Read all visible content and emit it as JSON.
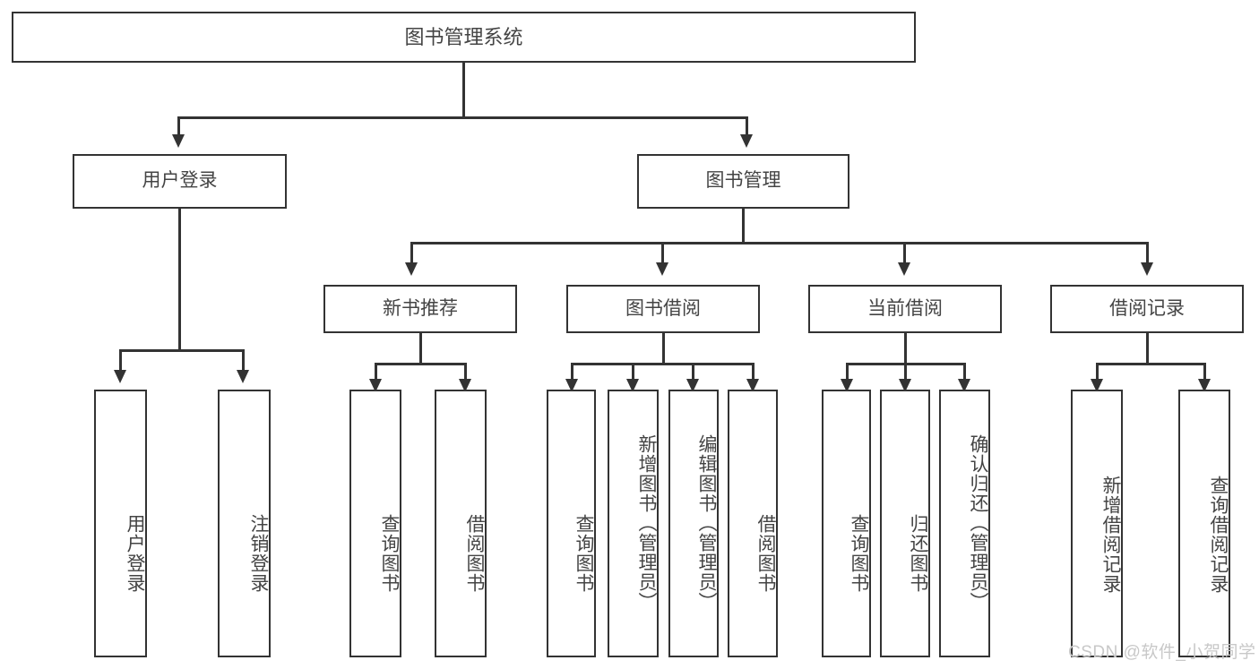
{
  "diagram": {
    "type": "tree-hierarchy",
    "title": "图书管理系统",
    "levels": {
      "level1": [
        "图书管理系统"
      ],
      "level2": [
        "用户登录",
        "图书管理"
      ],
      "level3": [
        "新书推荐",
        "图书借阅",
        "当前借阅",
        "借阅记录"
      ],
      "level4": [
        "用户登录",
        "注销登录",
        "查询图书",
        "借阅图书",
        "查询图书",
        "新增图书（管理员）",
        "编辑图书（管理员）",
        "借阅图书",
        "查询图书",
        "归还图书",
        "确认归还（管理员）",
        "新增借阅记录",
        "查询借阅记录"
      ]
    },
    "nodes": {
      "root": "图书管理系统",
      "user_login": "用户登录",
      "book_mgmt": "图书管理",
      "new_book_rec": "新书推荐",
      "book_borrow": "图书借阅",
      "current_borrow": "当前借阅",
      "borrow_record": "借阅记录",
      "leaf_user_login": "用户登录",
      "leaf_logout": "注销登录",
      "leaf_query_book_1": "查询图书",
      "leaf_borrow_book_1": "借阅图书",
      "leaf_query_book_2": "查询图书",
      "leaf_add_book_admin": "新增图书（管理员）",
      "leaf_edit_book_admin": "编辑图书（管理员）",
      "leaf_borrow_book_2": "借阅图书",
      "leaf_query_book_3": "查询图书",
      "leaf_return_book": "归还图书",
      "leaf_confirm_return_admin": "确认归还（管理员）",
      "leaf_add_borrow_record": "新增借阅记录",
      "leaf_query_borrow_record": "查询借阅记录"
    },
    "colors": {
      "border": "#333333",
      "text": "#444444",
      "background": "#ffffff",
      "watermark": "#c8c8c8"
    }
  },
  "watermark": {
    "text": "CSDN @软件_小贺同学"
  }
}
